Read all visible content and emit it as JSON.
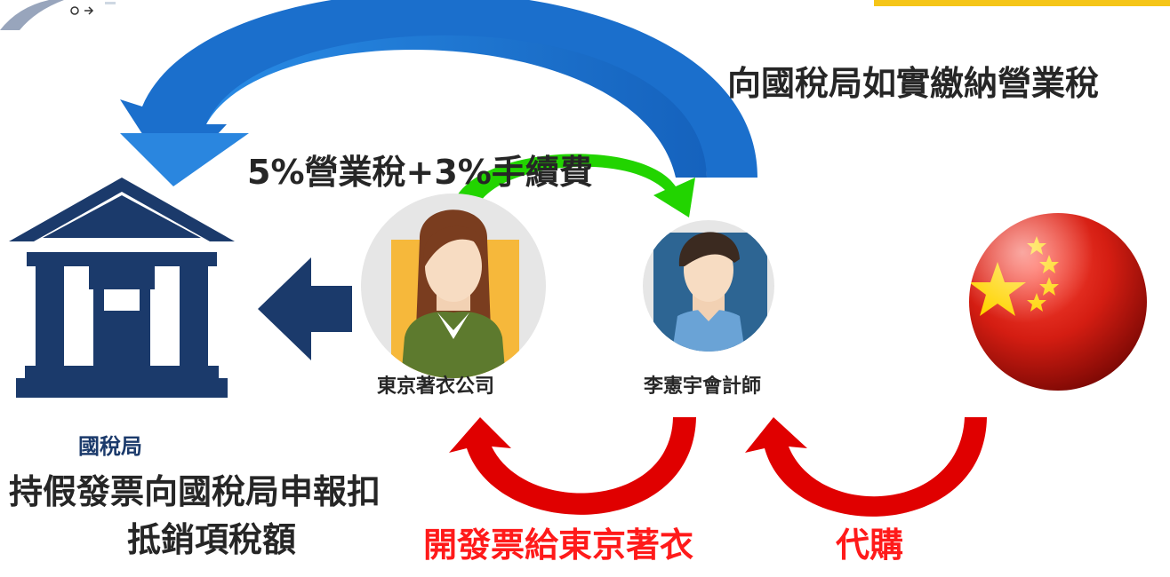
{
  "labels": {
    "top_right": "向國稅局如實繳納營業稅",
    "fee": "5%營業稅+3%手續費",
    "company": "東京著衣公司",
    "accountant": "李憲宇會計師",
    "tax_bureau": "國稅局",
    "claim_line1": "持假發票向國稅局申報扣",
    "claim_line2": "抵銷項稅額",
    "invoice": "開發票給東京著衣",
    "purchase": "代購"
  },
  "colors": {
    "navy": "#1b3a6b",
    "blue_arrow": "#1f72c9",
    "green_arrow": "#22d400",
    "red_arrow": "#e00000",
    "red_text": "#ff1a1a",
    "yellow_bar": "#f5c518"
  },
  "icons": {
    "building": "government-building-icon",
    "left_arrow": "left-arrow-icon",
    "woman": "woman-avatar-icon",
    "man": "man-avatar-icon",
    "flag": "china-flag-sphere-icon"
  }
}
